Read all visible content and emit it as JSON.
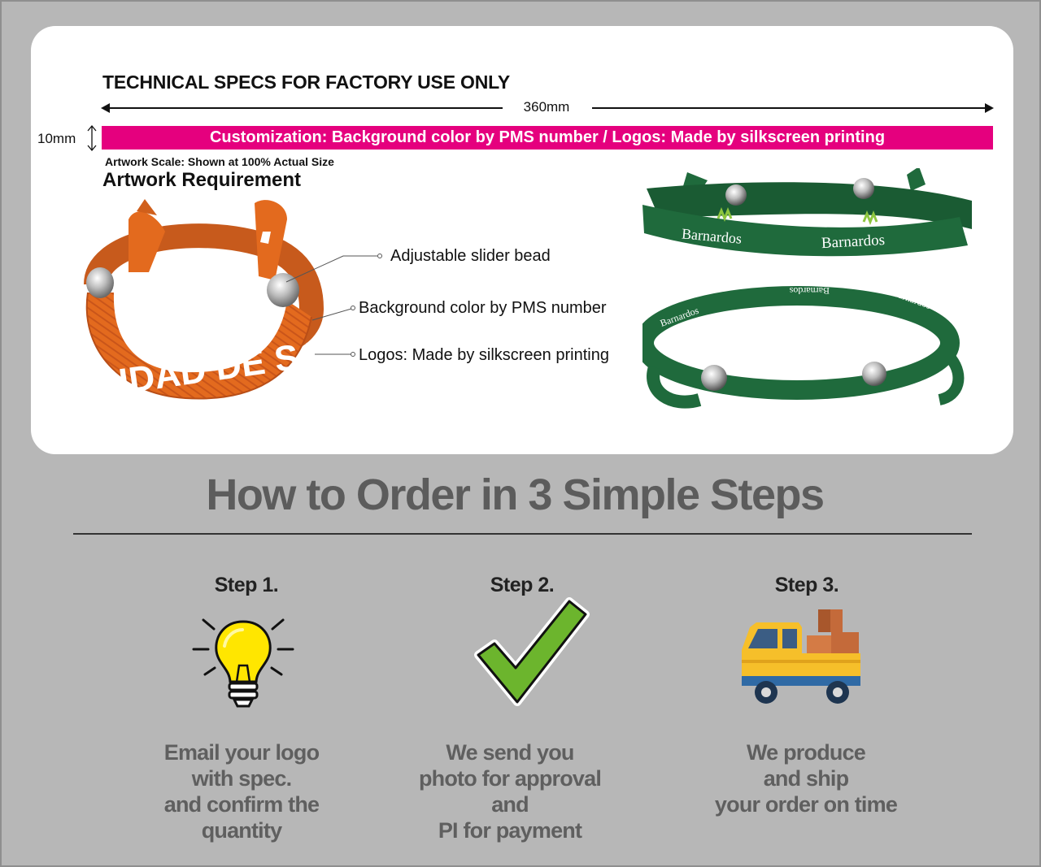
{
  "spec": {
    "title": "TECHNICAL SPECS FOR FACTORY USE ONLY",
    "length": "360mm",
    "height": "10mm",
    "band_text": "Customization: Background color by PMS number / Logos: Made by silkscreen printing",
    "artwork_scale": "Artwork Scale: Shown at 100% Actual Size",
    "artwork_requirement": "Artwork Requirement",
    "band_color": "#e5007e"
  },
  "photo": {
    "orange_text": "SIDAD DE SA",
    "green_brand": "Barnardos"
  },
  "callouts": [
    "Adjustable slider bead",
    "Background color by PMS number",
    "Logos: Made by silkscreen printing"
  ],
  "steps": {
    "title": "How to Order in 3 Simple Steps",
    "items": [
      {
        "label": "Step 1.",
        "icon": "lightbulb-icon",
        "lines": [
          "Email your logo",
          "with spec.",
          "and confirm the",
          "quantity"
        ]
      },
      {
        "label": "Step 2.",
        "icon": "checkmark-icon",
        "lines": [
          "We send you",
          "photo for approval",
          "and",
          "PI for payment"
        ]
      },
      {
        "label": "Step 3.",
        "icon": "delivery-truck-icon",
        "lines": [
          "We produce",
          "and ship",
          "your order on time"
        ]
      }
    ]
  },
  "colors": {
    "orange": "#e36a1e",
    "green": "#1f6a3c",
    "check_green": "#6cb52d",
    "bulb_yellow": "#ffe600"
  }
}
